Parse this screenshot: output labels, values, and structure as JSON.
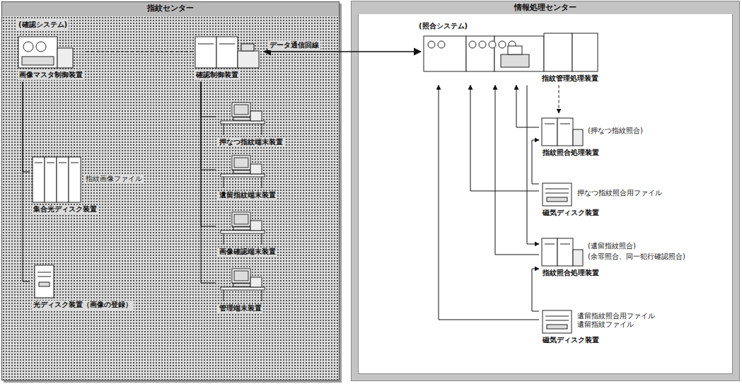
{
  "diagram": {
    "nodes": [
      {
        "text": [
          "指紋センター"
        ]
      },
      {
        "text": [
          "情報処理センター"
        ]
      },
      {
        "text": [
          "画像マスタ制御装置"
        ],
        "in": 0
      },
      {
        "text": [
          "確認制御装置"
        ],
        "in": 0
      },
      {
        "text": [
          "指紋画像ファイル",
          "集合光ディスク装置"
        ],
        "in": 0
      },
      {
        "text": [
          "光ディスク装置（画像の登録）"
        ],
        "in": 0
      },
      {
        "text": [
          "押なつ指紋端末装置"
        ],
        "in": 0
      },
      {
        "text": [
          "遺留指紋端末装置"
        ],
        "in": 0
      },
      {
        "text": [
          "画像確認端末装置"
        ],
        "in": 0
      },
      {
        "text": [
          "管理端末装置"
        ],
        "in": 0
      },
      {
        "text": [
          "指紋管理処理装置"
        ],
        "in": 1
      },
      {
        "text": [
          "(押なつ指紋照合)",
          "指紋照合処理装置"
        ],
        "in": 1
      },
      {
        "text": [
          "押なつ指紋照合用ファイル",
          "磁気ディスク装置"
        ],
        "in": 1
      },
      {
        "text": [
          "(遺留指紋照合)",
          "(余罪照合、同一犯行確認照合)",
          "指紋照合処理装置"
        ],
        "in": 1
      },
      {
        "text": [
          "遺留指紋照合用ファイル 遺留指紋ファイル",
          "磁気ディスク装置"
        ],
        "in": 1
      }
    ],
    "edges": [
      {
        "from": 2,
        "to": 3,
        "arrow": "none"
      },
      {
        "from": 2,
        "to": 4,
        "arrow": "none"
      },
      {
        "from": 2,
        "to": 5,
        "arrow": "none"
      },
      {
        "from": 3,
        "to": 6,
        "arrow": "none"
      },
      {
        "from": 3,
        "to": 7,
        "arrow": "none"
      },
      {
        "from": 3,
        "to": 8,
        "arrow": "none"
      },
      {
        "from": 3,
        "to": 9,
        "arrow": "none"
      },
      {
        "from": 3,
        "to": 10,
        "label": "データ通信回線",
        "arrow": "both"
      },
      {
        "from": 10,
        "to": 11,
        "arrow": "to"
      },
      {
        "from": 11,
        "to": 10,
        "arrow": "to"
      },
      {
        "from": 12,
        "to": 10,
        "arrow": "to"
      },
      {
        "from": 12,
        "to": 11,
        "arrow": "to"
      },
      {
        "from": 10,
        "to": 13,
        "arrow": "to"
      },
      {
        "from": 13,
        "to": 10,
        "arrow": "to"
      },
      {
        "from": 14,
        "to": 10,
        "arrow": "to"
      },
      {
        "from": 14,
        "to": 13,
        "arrow": "to"
      }
    ],
    "labels": [
      "(確認システム)",
      "(照合システム)"
    ]
  }
}
